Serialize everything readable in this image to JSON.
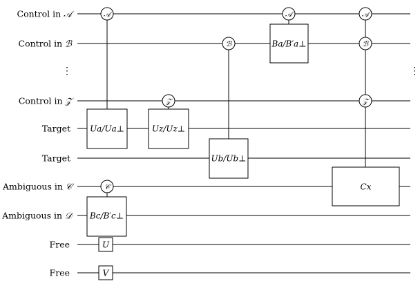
{
  "wires": [
    {
      "id": "ctrl-a",
      "label": "Control in ",
      "set": "𝒜"
    },
    {
      "id": "ctrl-b",
      "label": "Control in ",
      "set": "ℬ"
    },
    {
      "id": "dots",
      "label": "⋮",
      "set": ""
    },
    {
      "id": "ctrl-z",
      "label": "Control in ",
      "set": "𝒵"
    },
    {
      "id": "target-1",
      "label": "Target",
      "set": ""
    },
    {
      "id": "target-2",
      "label": "Target",
      "set": ""
    },
    {
      "id": "amb-c",
      "label": "Ambiguous in ",
      "set": "𝒞"
    },
    {
      "id": "amb-d",
      "label": "Ambiguous in ",
      "set": "𝒟"
    },
    {
      "id": "free-1",
      "label": "Free",
      "set": ""
    },
    {
      "id": "free-2",
      "label": "Free",
      "set": ""
    }
  ],
  "right_dots": "⋮",
  "controls": [
    {
      "id": "ctrl-a1",
      "symbol": "𝒜"
    },
    {
      "id": "ctrl-z1",
      "symbol": "𝒵"
    },
    {
      "id": "ctrl-b1",
      "symbol": "ℬ"
    },
    {
      "id": "ctrl-a2",
      "symbol": "𝒜"
    },
    {
      "id": "ctrl-a3",
      "symbol": "𝒜"
    },
    {
      "id": "ctrl-b3",
      "symbol": "ℬ"
    },
    {
      "id": "ctrl-z3",
      "symbol": "𝒵"
    },
    {
      "id": "ctrl-c1",
      "symbol": "𝒞"
    }
  ],
  "gates": [
    {
      "id": "gate-ua",
      "text": "Ua/Ua⊥"
    },
    {
      "id": "gate-uz",
      "text": "Uz/Uz⊥"
    },
    {
      "id": "gate-ub",
      "text": "Ub/Ub⊥"
    },
    {
      "id": "gate-ba",
      "text": "Ba/B′a⊥"
    },
    {
      "id": "gate-cx",
      "text": "Cx"
    },
    {
      "id": "gate-bc",
      "text": "Bc/B′c⊥"
    },
    {
      "id": "gate-u",
      "text": "U"
    },
    {
      "id": "gate-v",
      "text": "V"
    }
  ]
}
